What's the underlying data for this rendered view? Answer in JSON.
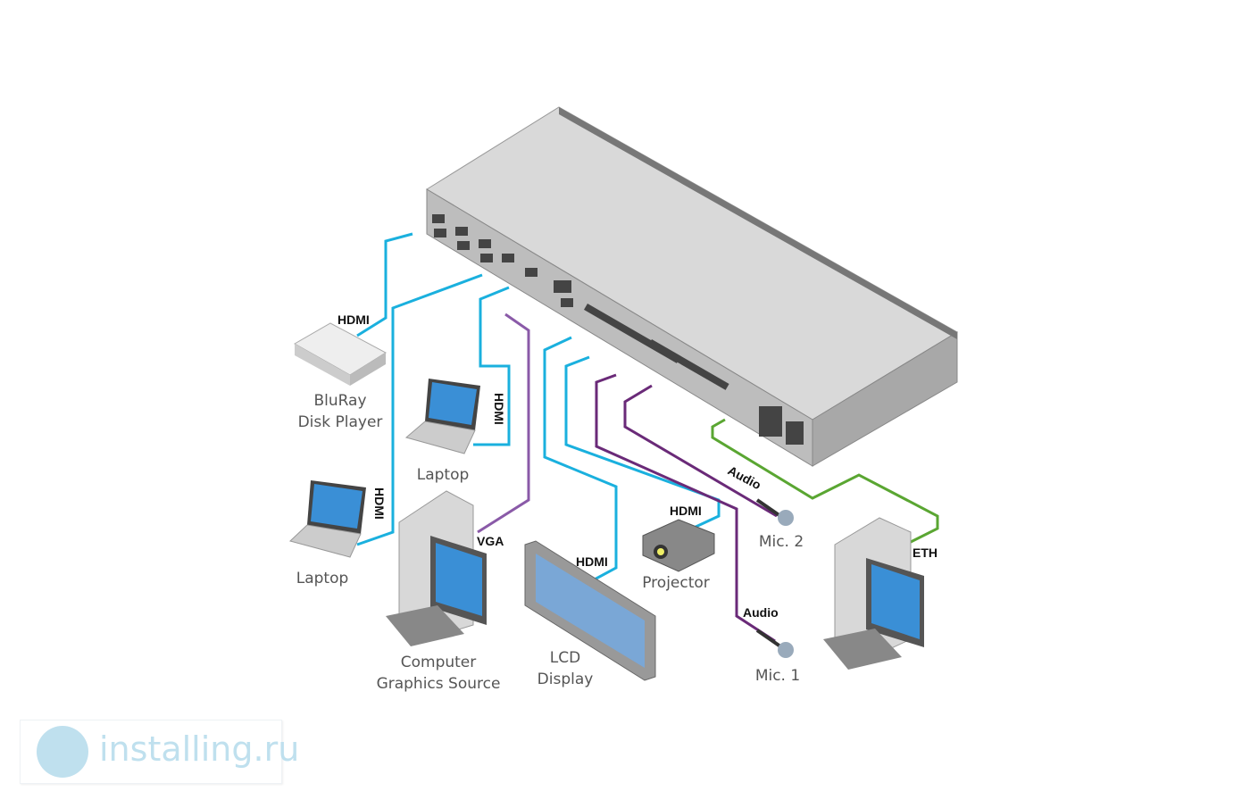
{
  "labels": {
    "hdmi_bluray": "HDMI",
    "bluray_line1": "BluRay",
    "bluray_line2": "Disk Player",
    "laptop1": "Laptop",
    "hdmi_laptop1": "HDMI",
    "laptop2": "Laptop",
    "hdmi_laptop2": "HDMI",
    "vga": "VGA",
    "computer_line1": "Computer",
    "computer_line2": "Graphics Source",
    "hdmi_lcd": "HDMI",
    "lcd_line1": "LCD",
    "lcd_line2": "Display",
    "hdmi_projector": "HDMI",
    "projector": "Projector",
    "audio_mic2": "Audio",
    "mic2": "Mic. 2",
    "audio_mic1": "Audio",
    "mic1": "Mic. 1",
    "eth": "ETH"
  },
  "watermark": "installing.ru",
  "colors": {
    "hdmi": "#1ab0de",
    "vga": "#8a5aa8",
    "audio": "#6a2a78",
    "eth": "#5aa632"
  }
}
